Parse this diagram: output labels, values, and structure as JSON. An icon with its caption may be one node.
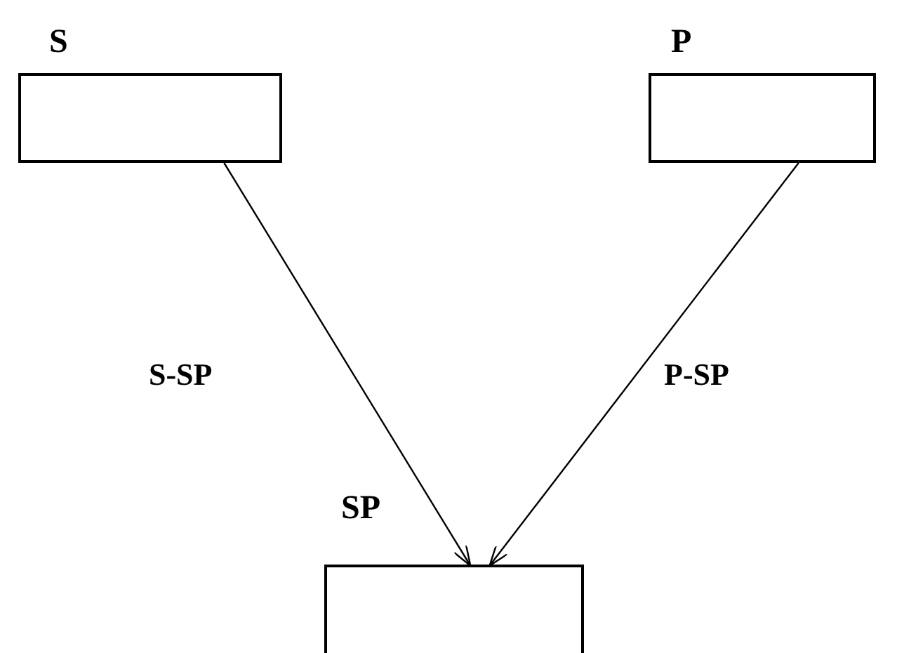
{
  "diagram": {
    "nodes": [
      {
        "text": [
          "S"
        ]
      },
      {
        "text": [
          "P"
        ]
      },
      {
        "text": [
          "SP"
        ]
      }
    ],
    "edges": [
      {
        "from": 0,
        "to": 2,
        "arrow": "to",
        "label": "S-SP"
      },
      {
        "from": 1,
        "to": 2,
        "arrow": "to",
        "label": "P-SP"
      }
    ]
  }
}
